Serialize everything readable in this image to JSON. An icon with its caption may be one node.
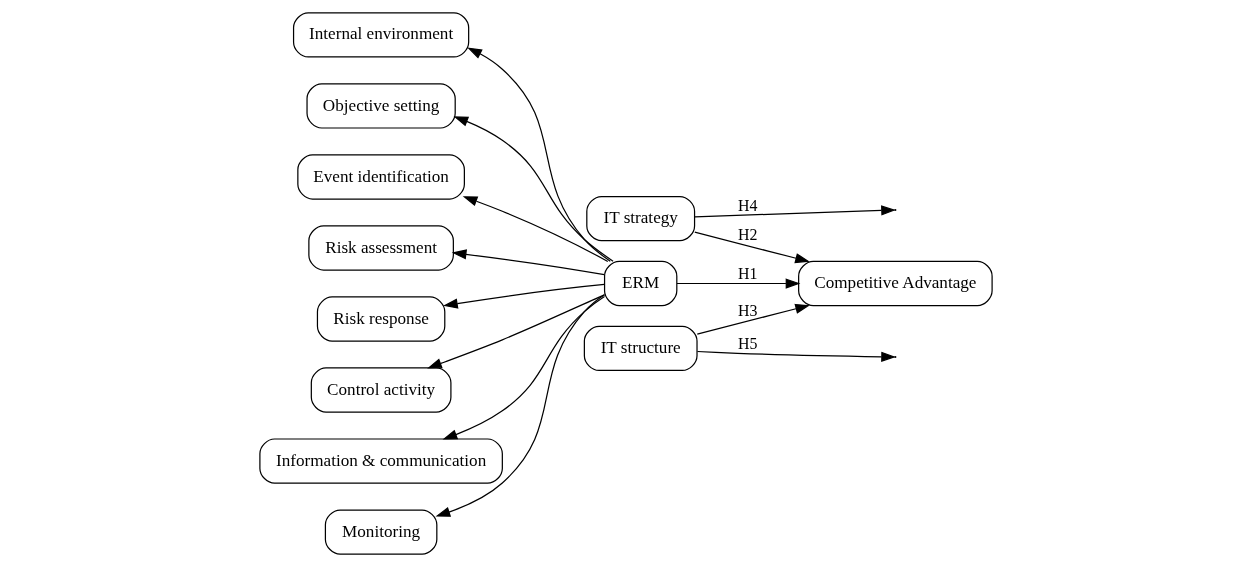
{
  "diagram": {
    "nodes": [
      {
        "text": [
          "Internal environment"
        ]
      },
      {
        "text": [
          "Objective setting"
        ]
      },
      {
        "text": [
          "Event identification"
        ]
      },
      {
        "text": [
          "Risk assessment"
        ]
      },
      {
        "text": [
          "Risk response"
        ]
      },
      {
        "text": [
          "Control activity"
        ]
      },
      {
        "text": [
          "Information & communication"
        ]
      },
      {
        "text": [
          "Monitoring"
        ]
      },
      {
        "text": [
          "ERM"
        ]
      },
      {
        "text": [
          "Competitive Advantage"
        ]
      },
      {
        "text": [
          "IT strategy"
        ]
      },
      {
        "text": [
          "IT structure"
        ]
      }
    ],
    "edges": [
      {
        "from": 8,
        "to": 0,
        "arrow": "to"
      },
      {
        "from": 8,
        "to": 1,
        "arrow": "to"
      },
      {
        "from": 8,
        "to": 2,
        "arrow": "to"
      },
      {
        "from": 8,
        "to": 3,
        "arrow": "to"
      },
      {
        "from": 8,
        "to": 4,
        "arrow": "to"
      },
      {
        "from": 8,
        "to": 5,
        "arrow": "to"
      },
      {
        "from": 8,
        "to": 6,
        "arrow": "to"
      },
      {
        "from": 8,
        "to": 7,
        "arrow": "to"
      },
      {
        "from": 8,
        "to": 9,
        "arrow": "to",
        "label": "H1"
      },
      {
        "from": 10,
        "to": null,
        "arrow": "to",
        "label": "H4"
      },
      {
        "from": 11,
        "to": null,
        "arrow": "to",
        "label": "H5"
      },
      {
        "from": 10,
        "to": 9,
        "arrow": "to",
        "label": "H2"
      },
      {
        "from": 11,
        "to": 9,
        "arrow": "to",
        "label": "H3"
      }
    ]
  }
}
